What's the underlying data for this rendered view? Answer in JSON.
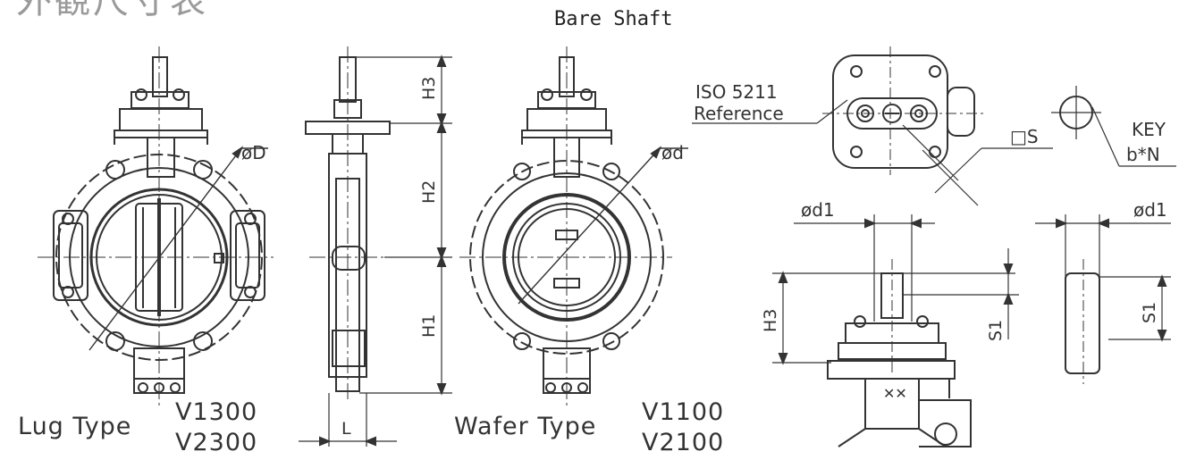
{
  "header": {
    "title_cjk": "外観尺寸表",
    "bare_shaft": "Bare Shaft"
  },
  "lug": {
    "type_label": "Lug Type",
    "model_1": "V1300",
    "model_2": "V2300",
    "dia_label": "øD"
  },
  "side": {
    "h1": "H1",
    "h2": "H2",
    "h3": "H3",
    "l": "L"
  },
  "wafer": {
    "type_label": "Wafer Type",
    "model_1": "V1100",
    "model_2": "V2100",
    "dia_label": "ød"
  },
  "top_view": {
    "iso": "ISO 5211",
    "reference": "Reference",
    "square": "□S",
    "key_1": "KEY",
    "key_2": "b*N"
  },
  "shaft_detail": {
    "d1_left": "ød1",
    "d1_right": "ød1",
    "h3": "H3",
    "s1_left": "S1",
    "s1_right": "S1"
  },
  "colors": {
    "stroke": "#333333",
    "title": "#9a9a9a"
  }
}
